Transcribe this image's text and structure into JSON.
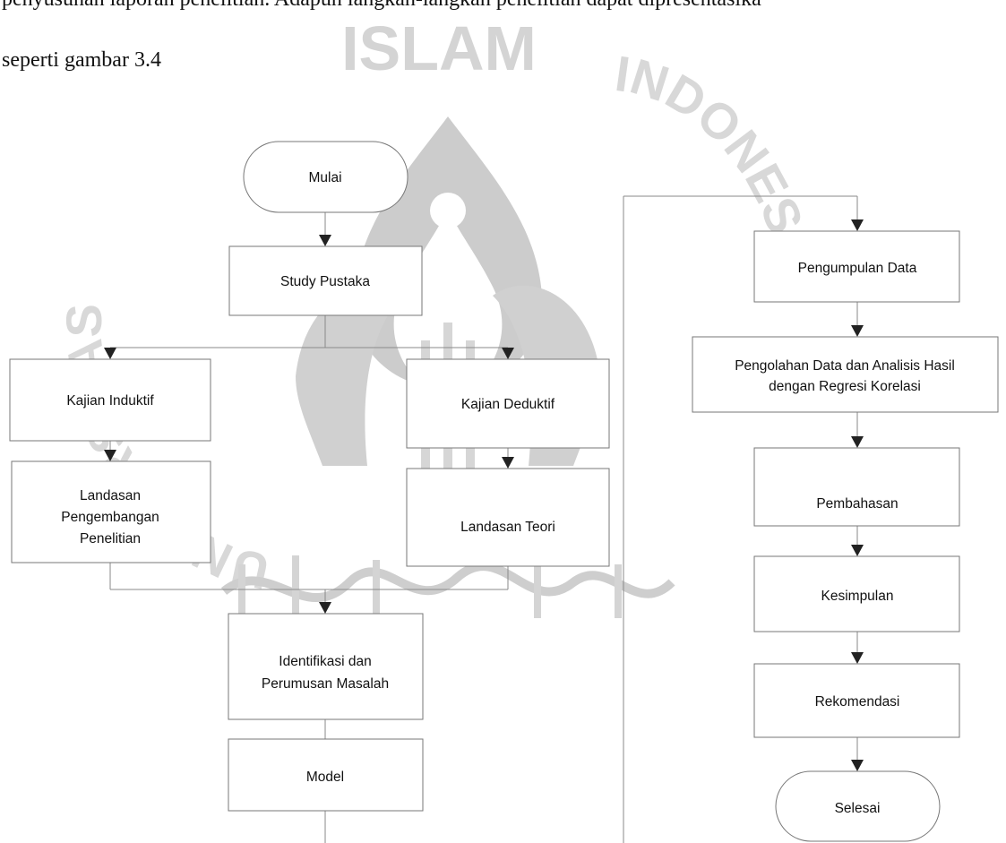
{
  "document": {
    "line1": "penyusunan laporan penelitian. Adapun langkah-langkah penelitian dapat dipresentasika",
    "line2": "seperti gambar 3.4"
  },
  "watermark": {
    "top_text": "ISLAM",
    "left_text": "UNIVERSITAS",
    "right_text": "INDONESIA"
  },
  "flowchart": {
    "mulai": "Mulai",
    "study_pustaka": "Study Pustaka",
    "kajian_induktif": "Kajian Induktif",
    "kajian_deduktif": "Kajian Deduktif",
    "landasan_pengembangan": [
      "Landasan",
      "Pengembangan",
      "Penelitian"
    ],
    "landasan_teori": "Landasan Teori",
    "identifikasi": [
      "Identifikasi dan",
      "Perumusan Masalah"
    ],
    "model": "Model",
    "pengumpulan_data": "Pengumpulan Data",
    "pengolahan": [
      "Pengolahan Data dan Analisis Hasil",
      "dengan Regresi Korelasi"
    ],
    "pembahasan": "Pembahasan",
    "kesimpulan": "Kesimpulan",
    "rekomendasi": "Rekomendasi",
    "selesai": "Selesai"
  }
}
